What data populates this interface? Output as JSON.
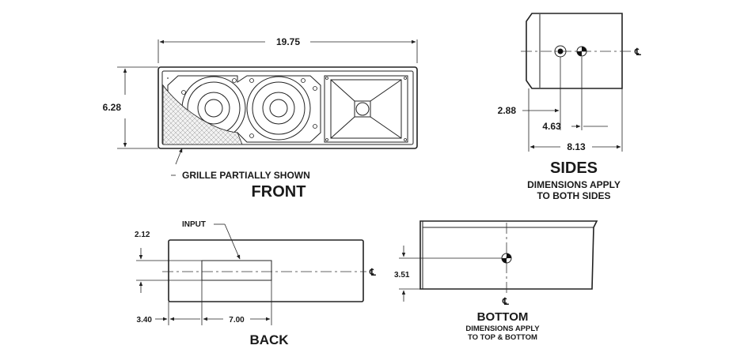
{
  "front": {
    "width_dim": "19.75",
    "height_dim": "6.28",
    "grille_note": "GRILLE PARTIALLY SHOWN",
    "title": "FRONT"
  },
  "sides": {
    "title": "SIDES",
    "note_line1": "DIMENSIONS APPLY",
    "note_line2": "TO BOTH SIDES",
    "dim_a": "2.88",
    "dim_b": "4.63",
    "dim_c": "8.13",
    "centerline": "℄"
  },
  "back": {
    "title": "BACK",
    "input_label": "INPUT",
    "dim_a": "2.12",
    "dim_b": "3.40",
    "dim_c": "7.00",
    "centerline": "℄"
  },
  "bottom": {
    "title": "BOTTOM",
    "note_line1": "DIMENSIONS APPLY",
    "note_line2": "TO TOP & BOTTOM",
    "dim_a": "3.51",
    "centerline": "℄"
  }
}
